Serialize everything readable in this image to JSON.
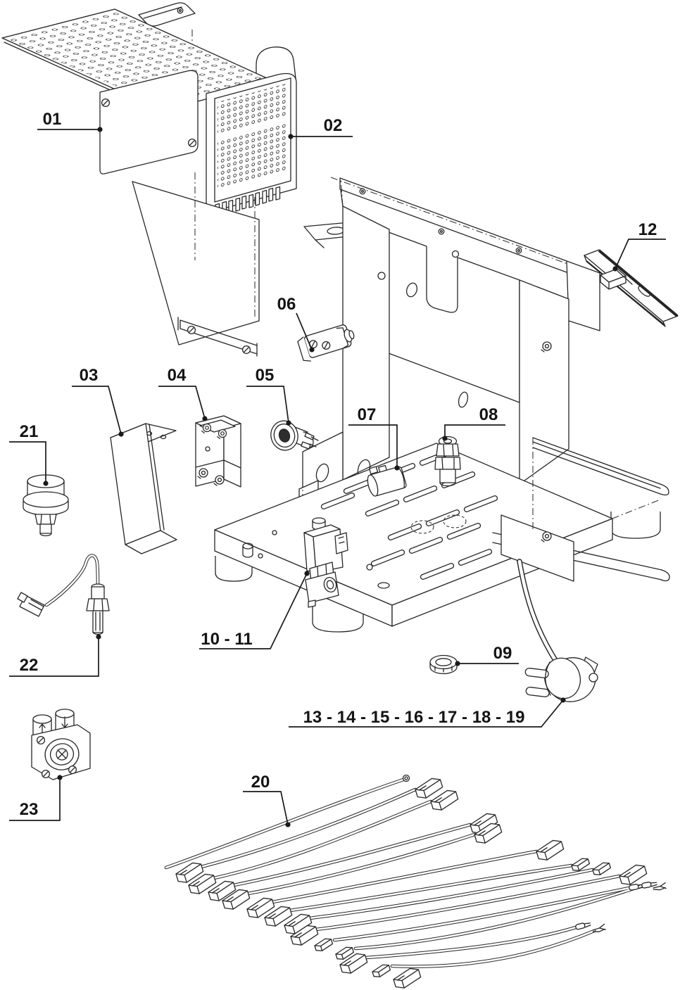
{
  "diagram": {
    "background": "#ffffff",
    "ink_color": "#262626",
    "callouts": [
      {
        "id": "01",
        "label": "01"
      },
      {
        "id": "02",
        "label": "02"
      },
      {
        "id": "03",
        "label": "03"
      },
      {
        "id": "04",
        "label": "04"
      },
      {
        "id": "05",
        "label": "05"
      },
      {
        "id": "06",
        "label": "06"
      },
      {
        "id": "07",
        "label": "07"
      },
      {
        "id": "08",
        "label": "08"
      },
      {
        "id": "09",
        "label": "09"
      },
      {
        "id": "10-11",
        "label": "10 - 11"
      },
      {
        "id": "12",
        "label": "12"
      },
      {
        "id": "13-19",
        "label": "13 - 14 - 15 - 16 - 17 - 18 - 19"
      },
      {
        "id": "20",
        "label": "20"
      },
      {
        "id": "21",
        "label": "21"
      },
      {
        "id": "22",
        "label": "22"
      },
      {
        "id": "23",
        "label": "23"
      }
    ]
  }
}
